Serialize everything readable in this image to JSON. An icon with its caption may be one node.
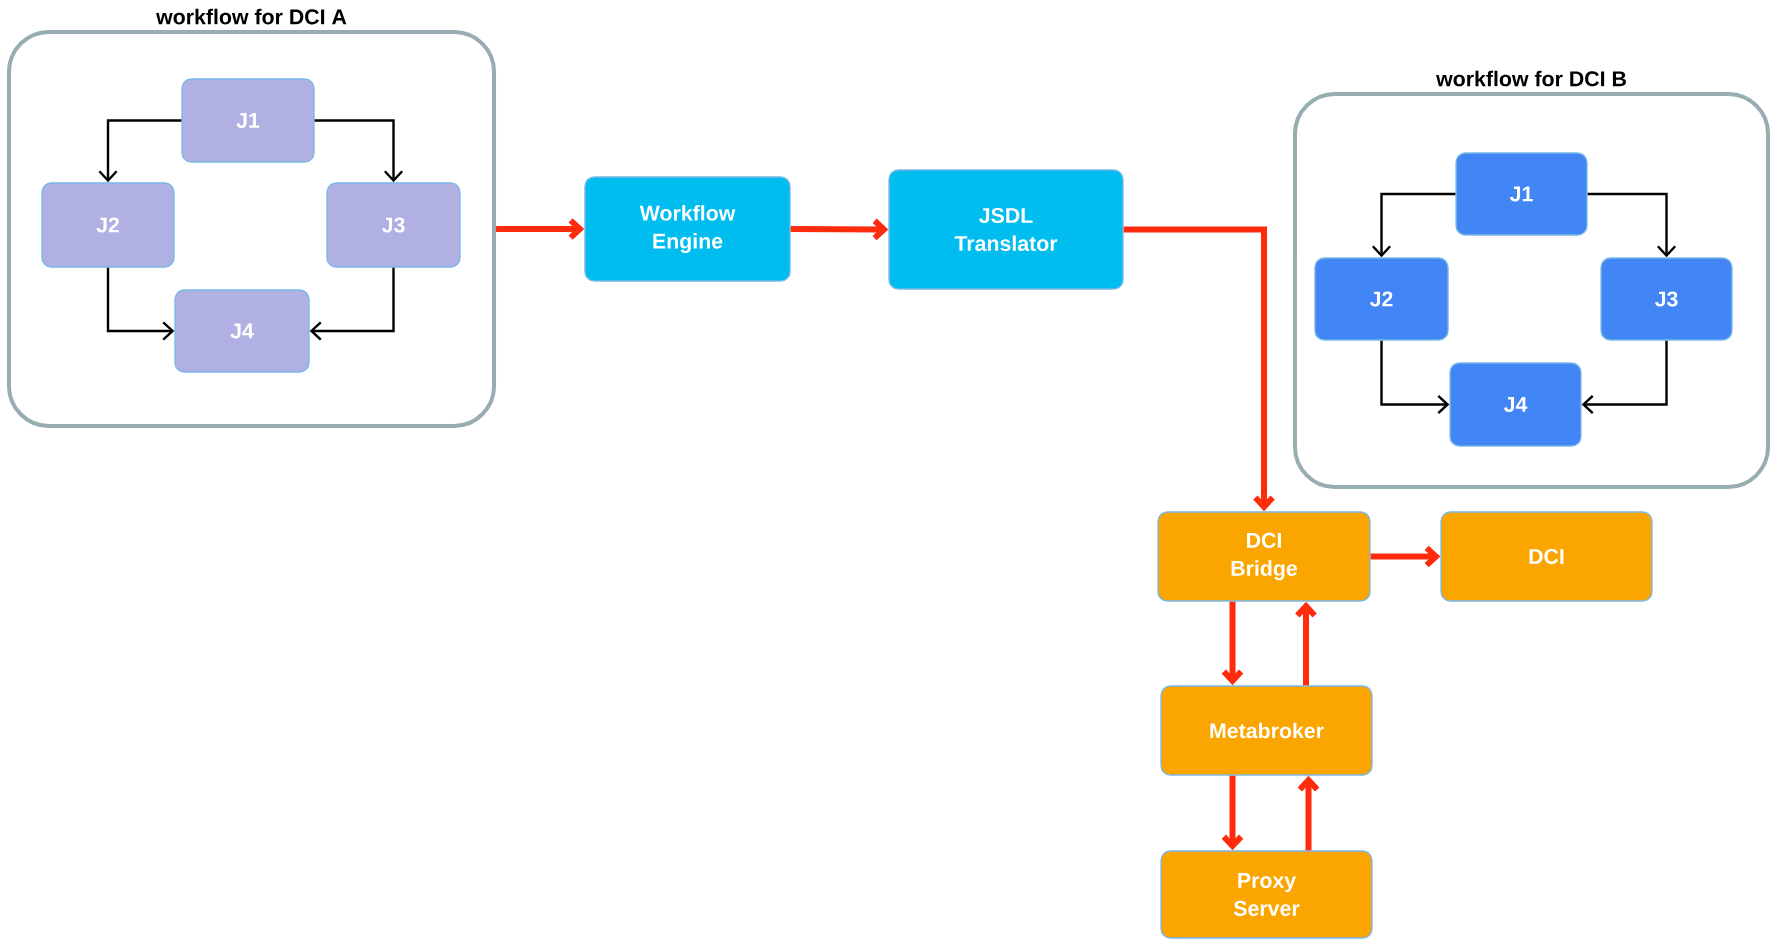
{
  "diagram": {
    "nodes": [
      {
        "text": [
          "workflow for DCI A"
        ]
      },
      {
        "text": [
          "J1"
        ],
        "in": 0
      },
      {
        "text": [
          "J2"
        ],
        "in": 0
      },
      {
        "text": [
          "J3"
        ],
        "in": 0
      },
      {
        "text": [
          "J4"
        ],
        "in": 0
      },
      {
        "text": [
          "Workflow Engine"
        ]
      },
      {
        "text": [
          "JSDL Translator"
        ]
      },
      {
        "text": [
          "workflow for DCI B"
        ]
      },
      {
        "text": [
          "J1"
        ],
        "in": 7
      },
      {
        "text": [
          "J2"
        ],
        "in": 7
      },
      {
        "text": [
          "J3"
        ],
        "in": 7
      },
      {
        "text": [
          "J4"
        ],
        "in": 7
      },
      {
        "text": [
          "DCI Bridge"
        ]
      },
      {
        "text": [
          "DCI"
        ]
      },
      {
        "text": [
          "Metabroker"
        ]
      },
      {
        "text": [
          "Proxy Server"
        ]
      }
    ],
    "edges": [
      {
        "from": 1,
        "to": 2,
        "arrow": "to"
      },
      {
        "from": 1,
        "to": 3,
        "arrow": "to"
      },
      {
        "from": 2,
        "to": 4,
        "arrow": "to"
      },
      {
        "from": 3,
        "to": 4,
        "arrow": "to"
      },
      {
        "from": 8,
        "to": 9,
        "arrow": "to"
      },
      {
        "from": 8,
        "to": 10,
        "arrow": "to"
      },
      {
        "from": 9,
        "to": 11,
        "arrow": "to"
      },
      {
        "from": 10,
        "to": 11,
        "arrow": "to"
      },
      {
        "from": 0,
        "to": 5,
        "arrow": "to",
        "style": "thick",
        "color": "#fe2c0c"
      },
      {
        "from": 5,
        "to": 6,
        "arrow": "to",
        "style": "thick",
        "color": "#fe2c0c"
      },
      {
        "from": 6,
        "to": 12,
        "arrow": "to",
        "style": "thick",
        "color": "#fe2c0c"
      },
      {
        "from": 12,
        "to": 13,
        "arrow": "to",
        "style": "thick",
        "color": "#fe2c0c"
      },
      {
        "from": 12,
        "to": 14,
        "arrow": "to",
        "style": "thick",
        "color": "#fe2c0c"
      },
      {
        "from": 14,
        "to": 12,
        "arrow": "to",
        "style": "thick",
        "color": "#fe2c0c"
      },
      {
        "from": 14,
        "to": 15,
        "arrow": "to",
        "style": "thick",
        "color": "#fe2c0c"
      },
      {
        "from": 15,
        "to": 14,
        "arrow": "to",
        "style": "thick",
        "color": "#fe2c0c"
      }
    ]
  }
}
